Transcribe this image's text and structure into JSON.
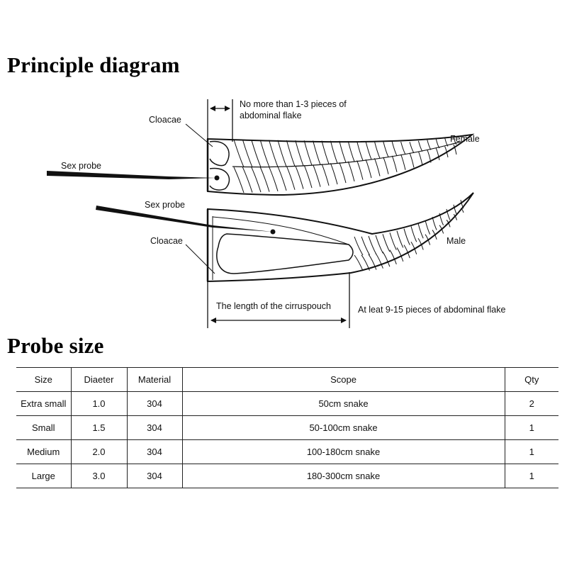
{
  "principle": {
    "title": "Principle diagram",
    "labels": {
      "cloacae_top": "Cloacae",
      "scales_top_line1": "No more than 1-3 pieces of",
      "scales_top_line2": "abdominal flake",
      "female": "Female",
      "sex_probe_top": "Sex probe",
      "sex_probe_bottom": "Sex probe",
      "cloacae_bottom": "Cloacae",
      "male": "Male",
      "cirrus_length": "The length of the cirruspouch",
      "scales_bottom": "At leat 9-15 pieces of abdominal flake"
    }
  },
  "probe_size": {
    "title": "Probe size",
    "columns": [
      "Size",
      "Diaeter",
      "Material",
      "Scope",
      "Qty"
    ],
    "rows": [
      [
        "Extra small",
        "1.0",
        "304",
        "50cm snake",
        "2"
      ],
      [
        "Small",
        "1.5",
        "304",
        "50-100cm snake",
        "1"
      ],
      [
        "Medium",
        "2.0",
        "304",
        "100-180cm snake",
        "1"
      ],
      [
        "Large",
        "3.0",
        "304",
        "180-300cm snake",
        "1"
      ]
    ]
  }
}
